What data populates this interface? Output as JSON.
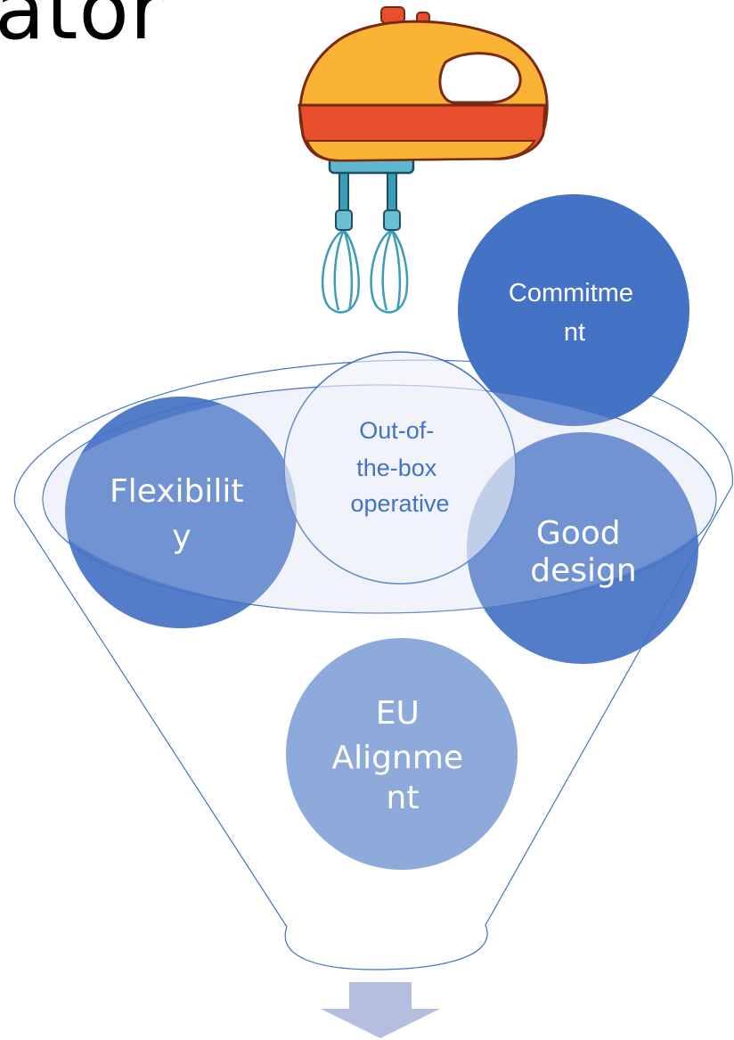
{
  "title_fragment": "ator",
  "diagram": {
    "bubbles": [
      {
        "id": "commitment",
        "lines": [
          "Commitme",
          "nt"
        ]
      },
      {
        "id": "out-of-the-box",
        "lines": [
          "Out-of-",
          "the-box",
          "operative"
        ]
      },
      {
        "id": "flexibility",
        "lines": [
          "Flexibilit",
          "y"
        ]
      },
      {
        "id": "good-design",
        "lines": [
          "Good",
          "design"
        ]
      },
      {
        "id": "eu-alignment",
        "lines": [
          "EU",
          "Alignme",
          "nt"
        ]
      }
    ]
  },
  "colors": {
    "bubble_dark": "#4472C4",
    "bubble_light": "#8EAADB",
    "bubble_outline": "#4472C4",
    "funnel_line": "#4472C4",
    "funnel_rim_fill": "#D9E1F2",
    "arrow": "#B4BEDF",
    "mixer_body": "#F9B233",
    "mixer_stripe": "#E84E2C",
    "mixer_metal": "#3C9DB7"
  },
  "icons": {
    "mixer": "hand-mixer-icon",
    "arrow": "down-arrow-icon"
  }
}
